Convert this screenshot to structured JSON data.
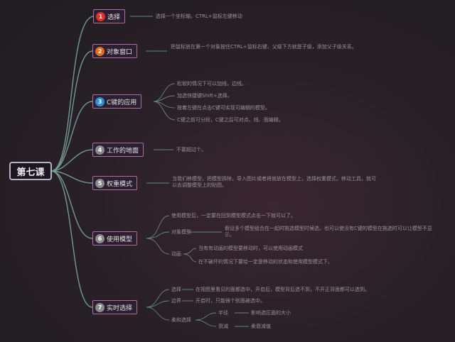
{
  "root": {
    "label": "第七课"
  },
  "topics": [
    {
      "num": "1",
      "label": "选择",
      "color": "#e0302a",
      "notes": [
        "选择一个坐标轴，CTRL+鼠标左键移动"
      ]
    },
    {
      "num": "2",
      "label": "对象窗口",
      "color": "#e66a1c",
      "notes": [
        "把鼠标放在第一个对象按住CTRL+鼠标右键，父级下方就是子级，添加父子级关系。"
      ]
    },
    {
      "num": "3",
      "label": "C键的应用",
      "color": "#2f8fd6",
      "notes": [
        "松软的情况下可以加线，边线。",
        "加选快捷键Shift+选择。",
        "按着左键在点击C键可实现可编辑的模型。",
        "C键之前可分段，C键之后可对点、线、面编辑。"
      ]
    },
    {
      "num": "4",
      "label": "工作的地面",
      "color": "#8a8a8a",
      "notes": [
        "不要超过个。"
      ]
    },
    {
      "num": "5",
      "label": "权重模式",
      "color": "#8a8a8a",
      "notes": [
        "当我们移模型，把模型拆除，导入图片或者将就放在模型上，选择权重模式，移动工具，就可以去调整模型上的贴图。"
      ]
    },
    {
      "num": "6",
      "label": "使用模型",
      "color": "#8a8a8a",
      "notes": [
        "使用模型后，一定要在回到模型模式点击一下就可以了。"
      ],
      "subs": [
        {
          "label": "对象模型",
          "notes": [
            "假设多个模型组合在一起时挑选模型时候选，也可以使没有C键的模型在挑选时可以让模型不显示。"
          ]
        },
        {
          "label": "动画",
          "notes": [
            "当有有动画的模型要移动时，可以使用动画模式",
            "在不破坏的情况下要给一定是移动的状态和使用模型模式下。"
          ]
        }
      ]
    },
    {
      "num": "7",
      "label": "实时选择",
      "color": "#8a8a8a",
      "subs": [
        {
          "label": "选择",
          "notes": [
            "在视图里看见的面都选中，开启后，模型背后选不到，不开正背面都可以选到。"
          ]
        },
        {
          "label": "边界",
          "notes": [
            "开启时，只能很个别面被选中。"
          ]
        },
        {
          "label": "柔和选择",
          "notes": [],
          "subs": [
            {
              "label": "半径",
              "notes": [
                "影响选区面的大小"
              ]
            },
            {
              "label": "衰减",
              "notes": [
                "柔衰减值"
              ]
            }
          ]
        }
      ]
    }
  ]
}
